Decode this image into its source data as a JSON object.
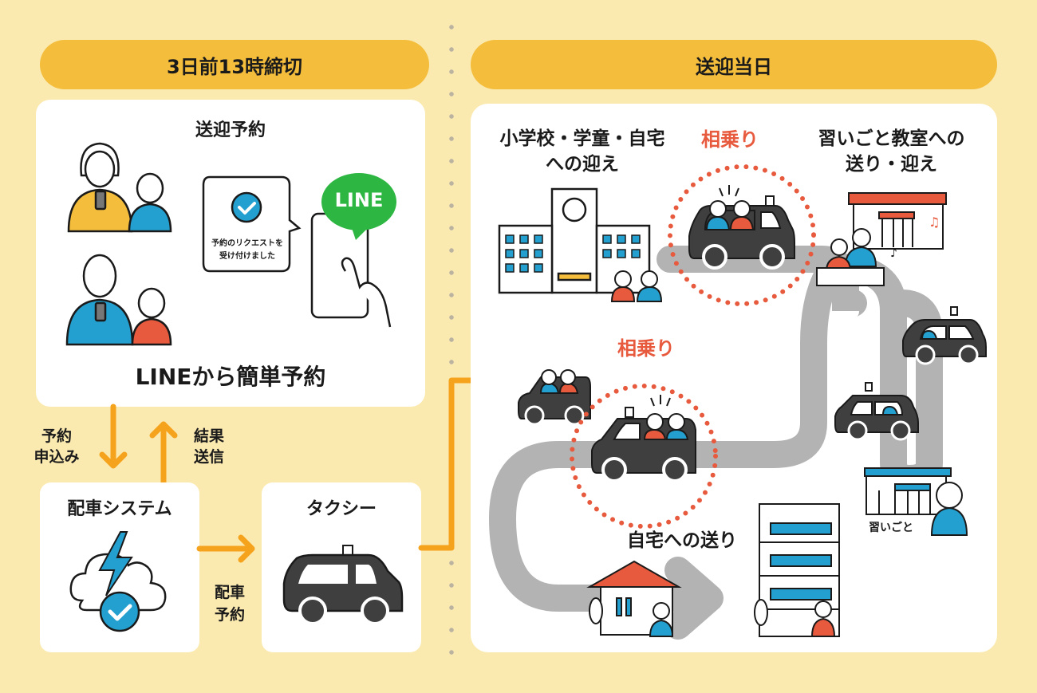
{
  "colors": {
    "background": "#fbeab0",
    "pill": "#f4bd3c",
    "arrow": "#f5a31c",
    "accent_red": "#e85a3e",
    "blue": "#23a0d0",
    "line_green": "#2db742",
    "road": "#b3b3b3",
    "car": "#3f3f3f"
  },
  "left_section": {
    "header": "3日前13時締切",
    "booking_card": {
      "title": "送迎予約",
      "bubble_text_line1": "予約のリクエストを",
      "bubble_text_line2": "受け付けました",
      "line_logo": "LINE",
      "caption": "LINEから簡単予約"
    },
    "flow": {
      "down_label_line1": "予約",
      "down_label_line2": "申込み",
      "up_label_line1": "結果",
      "up_label_line2": "送信",
      "dispatch_label_line1": "配車",
      "dispatch_label_line2": "予約"
    },
    "system_card": {
      "title": "配車システム"
    },
    "taxi_card": {
      "title": "タクシー"
    }
  },
  "right_section": {
    "header": "送迎当日",
    "labels": {
      "school_pickup_line1": "小学校・学童・自宅",
      "school_pickup_line2": "への迎え",
      "rideshare_top": "相乗り",
      "lesson_line1": "習いごと教室への",
      "lesson_line2": "送り・迎え",
      "rideshare_mid": "相乗り",
      "home_dropoff": "自宅への送り",
      "lesson_shop": "習いごと"
    }
  }
}
